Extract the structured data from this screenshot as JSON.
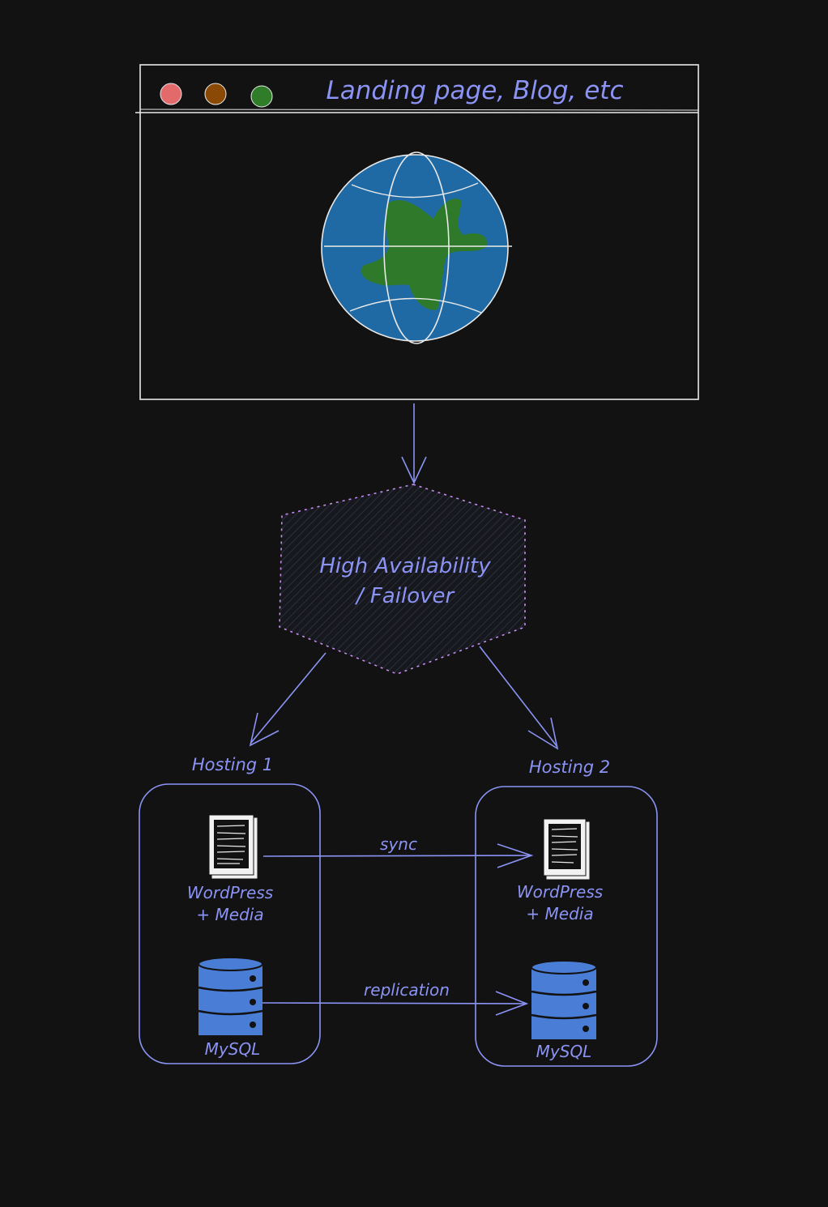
{
  "browser": {
    "title": "Landing page, Blog, etc",
    "dots": {
      "red": "#e26a6a",
      "orange": "#8a4a06",
      "green": "#2f7d28"
    },
    "icon": "globe-icon"
  },
  "failover": {
    "line1": "High Availability",
    "line2": "/ Failover"
  },
  "hosting": [
    {
      "title": "Hosting 1",
      "app_line1": "WordPress",
      "app_line2": "+ Media",
      "db_label": "MySQL"
    },
    {
      "title": "Hosting 2",
      "app_line1": "WordPress",
      "app_line2": "+ Media",
      "db_label": "MySQL"
    }
  ],
  "connections": {
    "sync_label": "sync",
    "replication_label": "replication"
  },
  "colors": {
    "background": "#121212",
    "accent": "#8b93f5",
    "outline": "#e9e9e9",
    "globe_ocean": "#1f6aa5",
    "globe_land": "#2e7a2a",
    "database": "#4a7ed6",
    "failover_border": "#c58bf0"
  }
}
